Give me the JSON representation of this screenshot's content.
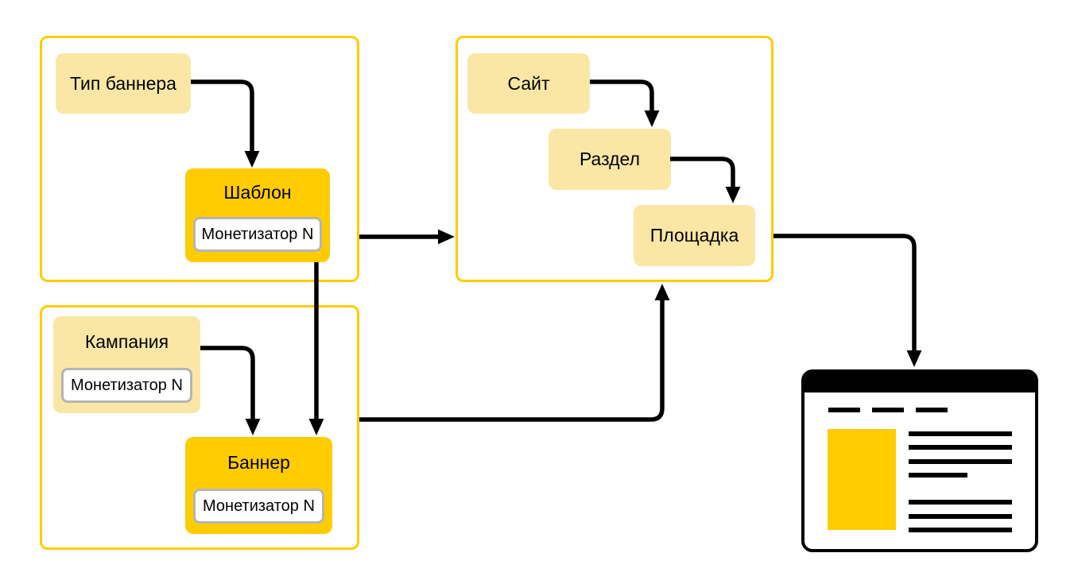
{
  "colors": {
    "accent_yellow": "#FFCC00",
    "light_yellow": "#FAE7A5",
    "sub_box_border": "#B5B5B5",
    "line_black": "#000000"
  },
  "diagram": {
    "banner_template_group": {
      "banner_type_label": "Тип баннера",
      "template_label": "Шаблон",
      "template_monetizer_label": "Монетизатор N"
    },
    "campaign_banner_group": {
      "campaign_label": "Кампания",
      "campaign_monetizer_label": "Монетизатор N",
      "banner_label": "Баннер",
      "banner_monetizer_label": "Монетизатор N"
    },
    "site_group": {
      "site_label": "Сайт",
      "section_label": "Раздел",
      "placement_label": "Площадка"
    }
  }
}
